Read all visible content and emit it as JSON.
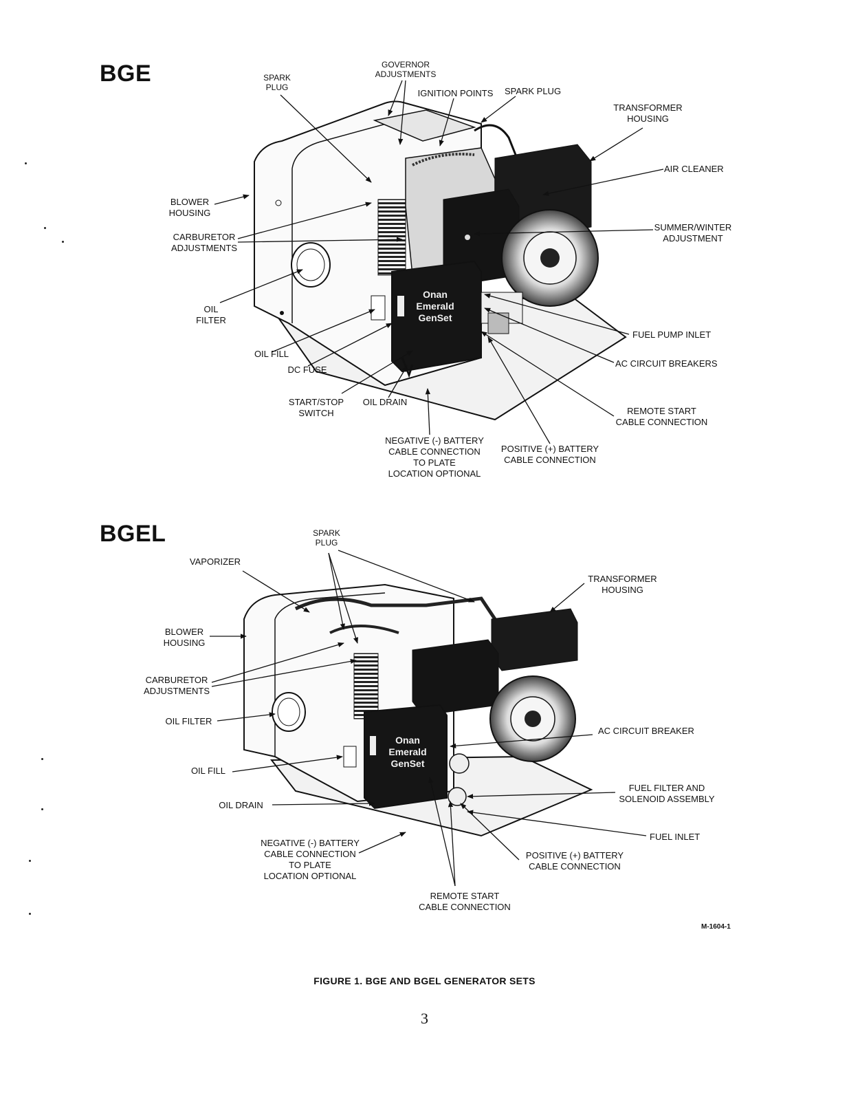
{
  "figure": {
    "caption": "FIGURE 1.  BGE AND BGEL GENERATOR SETS",
    "page_number": "3",
    "figure_code": "M-1604-1"
  },
  "bge": {
    "title": "BGE",
    "labels": {
      "spark_plug_1": "SPARK\nPLUG",
      "governor": "GOVERNOR\nADJUSTMENTS",
      "ignition_points": "IGNITION POINTS",
      "spark_plug_2": "SPARK PLUG",
      "transformer": "TRANSFORMER\nHOUSING",
      "air_cleaner": "AIR CLEANER",
      "blower": "BLOWER\nHOUSING",
      "carburetor": "CARBURETOR\nADJUSTMENTS",
      "summer_winter": "SUMMER/WINTER\nADJUSTMENT",
      "oil_filter": "OIL\nFILTER",
      "fuel_pump": "FUEL PUMP INLET",
      "oil_fill": "OIL FILL",
      "ac_breakers": "AC CIRCUIT BREAKERS",
      "dc_fuse": "DC FUSE",
      "start_stop": "START/STOP\nSWITCH",
      "oil_drain": "OIL DRAIN",
      "remote_start": "REMOTE START\nCABLE CONNECTION",
      "negative_battery": "NEGATIVE (-) BATTERY\nCABLE CONNECTION\nTO PLATE\nLOCATION OPTIONAL",
      "positive_battery": "POSITIVE (+) BATTERY\nCABLE CONNECTION"
    },
    "panel_brand": "Onan\nEmerald\nGenSet"
  },
  "bgel": {
    "title": "BGEL",
    "labels": {
      "spark_plug": "SPARK\nPLUG",
      "vaporizer": "VAPORIZER",
      "transformer": "TRANSFORMER\nHOUSING",
      "blower": "BLOWER\nHOUSING",
      "carburetor": "CARBURETOR\nADJUSTMENTS",
      "oil_filter": "OIL FILTER",
      "ac_breaker": "AC CIRCUIT BREAKER",
      "oil_fill": "OIL FILL",
      "fuel_filter": "FUEL FILTER AND\nSOLENOID ASSEMBLY",
      "oil_drain": "OIL DRAIN",
      "fuel_inlet": "FUEL INLET",
      "negative_battery": "NEGATIVE (-) BATTERY\nCABLE CONNECTION\nTO PLATE\nLOCATION OPTIONAL",
      "positive_battery": "POSITIVE (+) BATTERY\nCABLE CONNECTION",
      "remote_start": "REMOTE START\nCABLE CONNECTION"
    },
    "panel_brand": "Onan\nEmerald\nGenSet"
  }
}
